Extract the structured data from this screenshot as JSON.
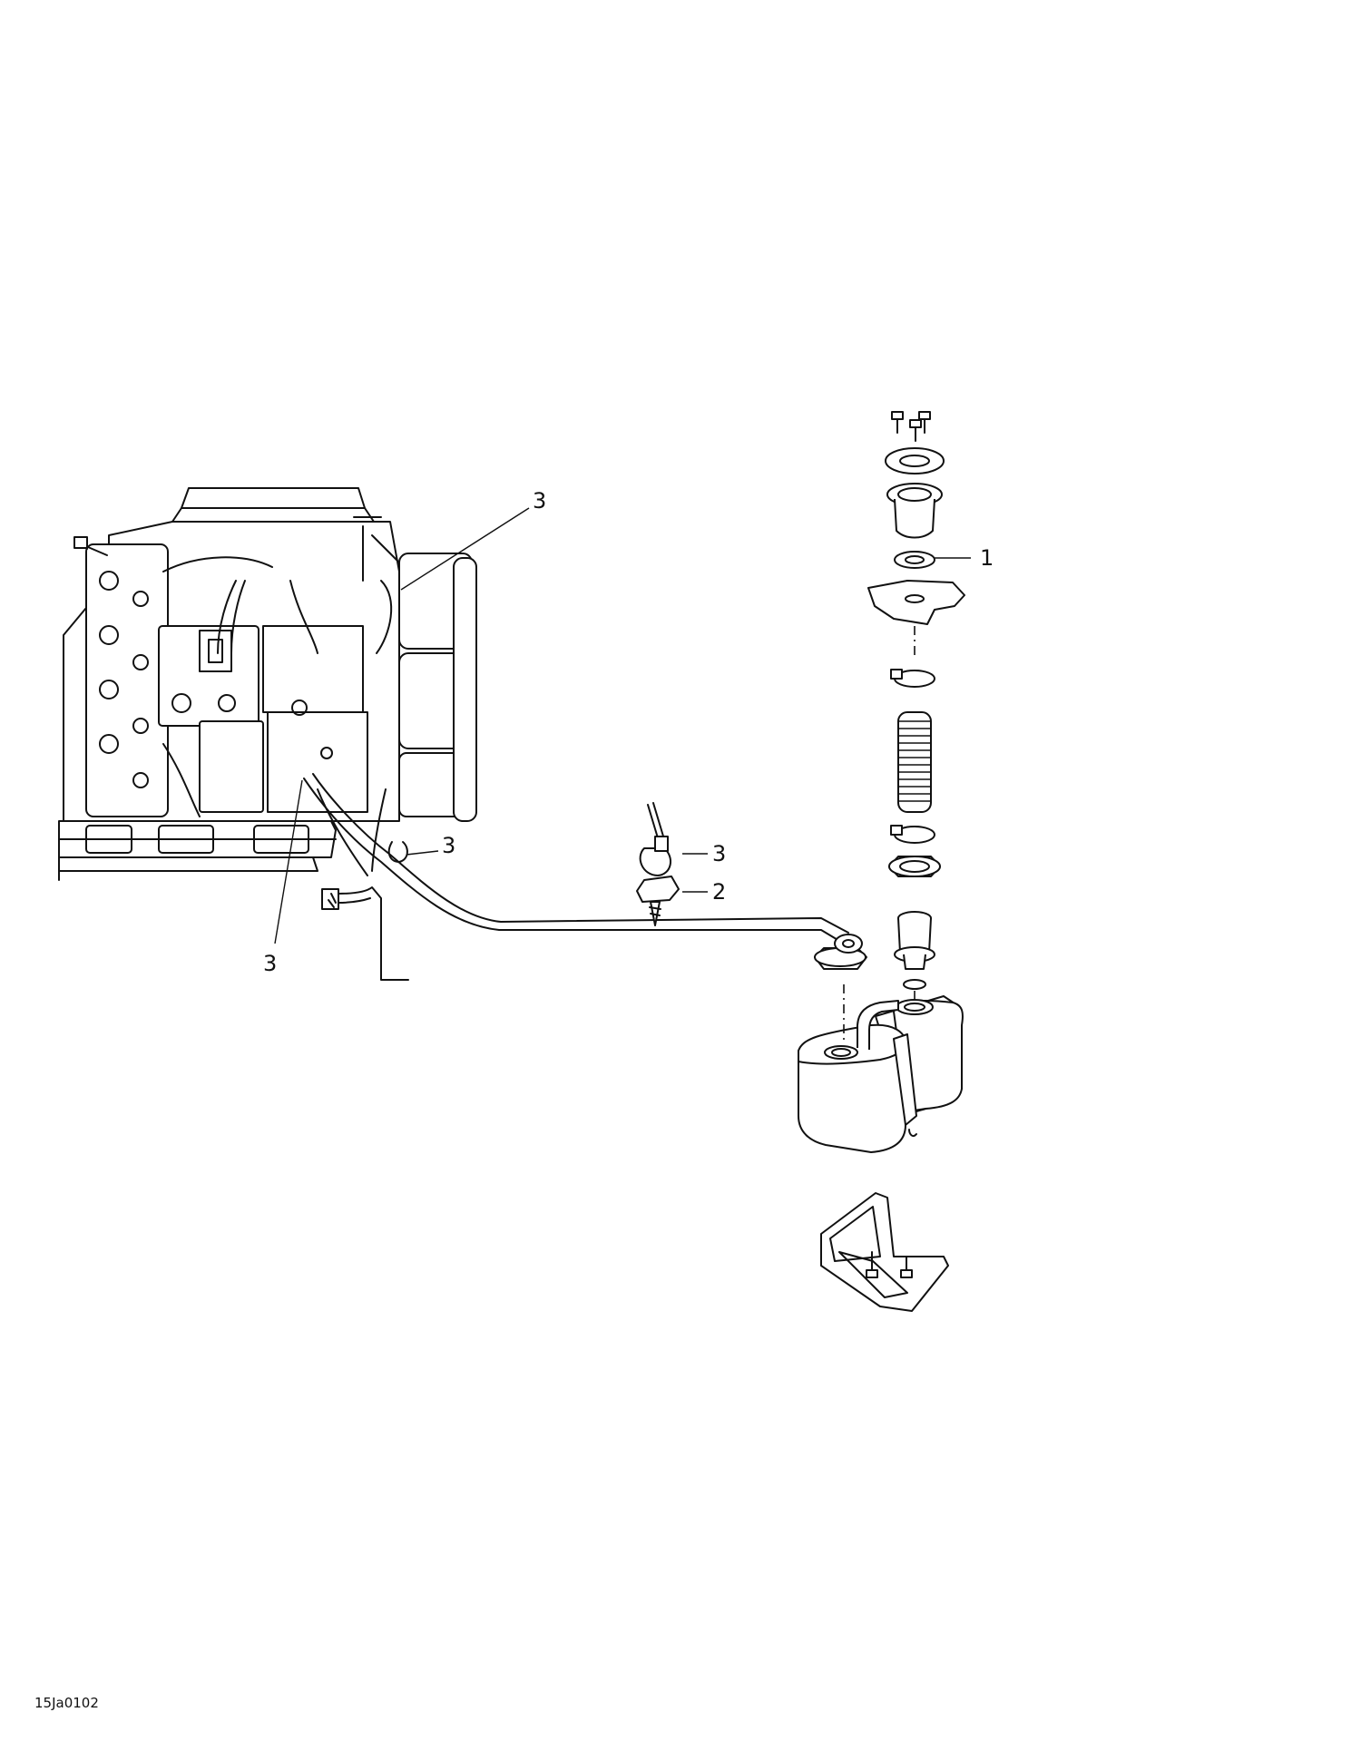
{
  "diagram": {
    "reference_code": "15Ja0102",
    "callouts": [
      {
        "id": "c1",
        "label": "1"
      },
      {
        "id": "c2",
        "label": "2"
      },
      {
        "id": "c3a",
        "label": "3"
      },
      {
        "id": "c3b",
        "label": "3"
      },
      {
        "id": "c3c",
        "label": "3"
      },
      {
        "id": "c3d",
        "label": "3"
      }
    ]
  }
}
